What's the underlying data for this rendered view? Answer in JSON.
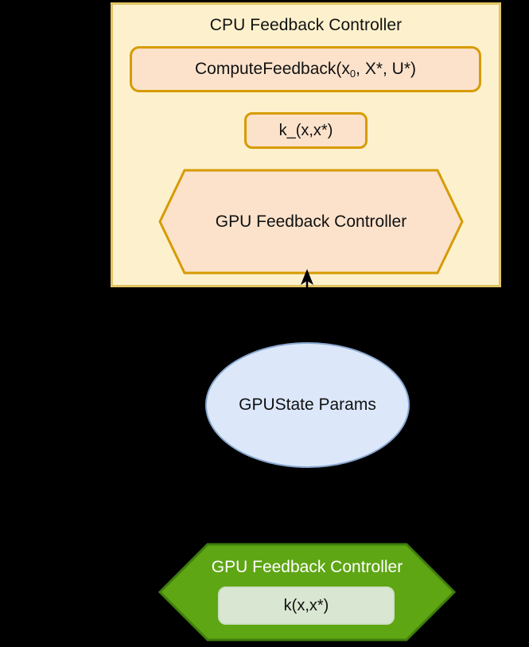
{
  "diagram": {
    "title": "CPU / GPU Feedback Controller block diagram",
    "colors": {
      "background": "#000000",
      "cpu_container_fill": "#fdf1cd",
      "cpu_container_stroke": "#e2c463",
      "process_fill": "#fce2cb",
      "process_stroke": "#d79b00",
      "ellipse_fill": "#dce8fa",
      "ellipse_stroke": "#8aa7cf",
      "gpu_hex_fill": "#5ea614",
      "gpu_hex_stroke": "#3f7e0c",
      "gpu_inner_fill": "#d9e6d1",
      "text_dark": "#111111",
      "text_light": "#ffffff"
    }
  },
  "cpu_container": {
    "title": "CPU Feedback Controller",
    "compute_feedback": {
      "prefix": "ComputeFeedback(x",
      "subscript": "0",
      "suffix": ", X*, U*)"
    },
    "k_function": "k_(x,x*)",
    "inner_hexagon": {
      "label": "GPU Feedback Controller"
    },
    "arrow": {
      "name": "up-arrow",
      "direction": "up"
    }
  },
  "state_node": {
    "label": "GPUState Params"
  },
  "gpu_hexagon": {
    "title": "GPU Feedback Controller",
    "k_function": "k(x,x*)"
  }
}
